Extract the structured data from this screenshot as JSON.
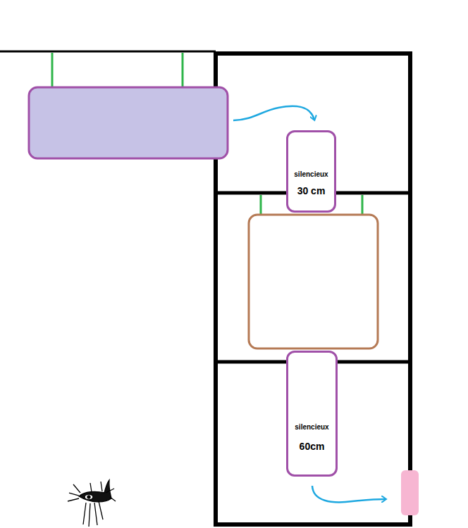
{
  "diagram": {
    "nodes": [
      {
        "text": [
          "silencieux",
          "30 cm"
        ]
      },
      {
        "text": [
          "silencieux",
          "60cm"
        ]
      }
    ]
  }
}
